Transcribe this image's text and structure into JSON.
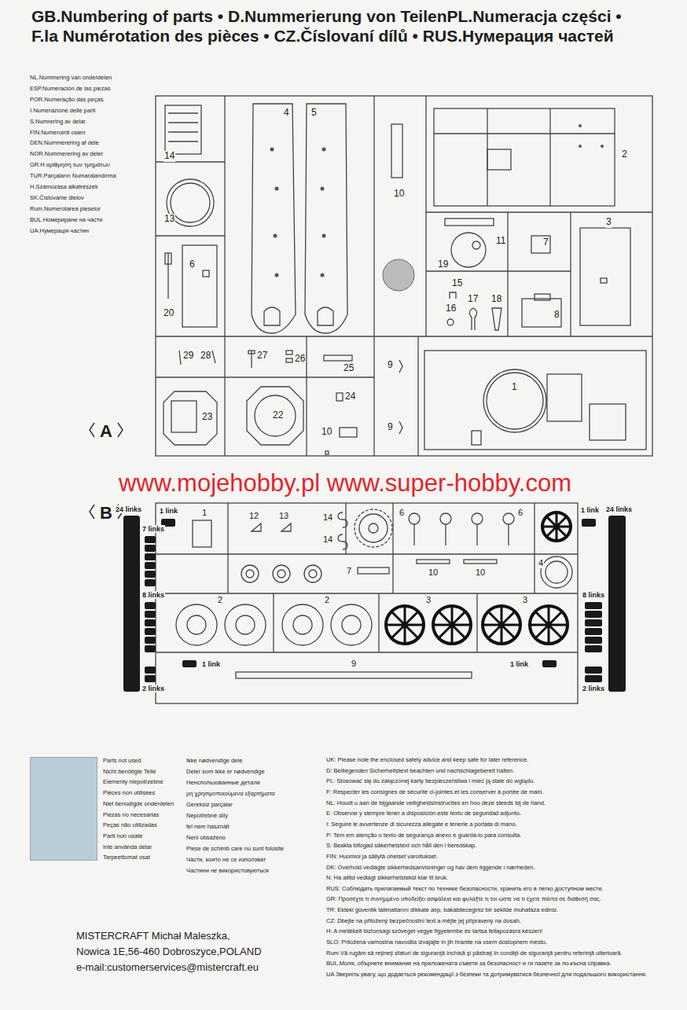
{
  "diagram": {
    "title": "GB.Numbering of parts • D.Nummerierung von TeilenPL.Numeracja części • F.la Numérotation des pièces • CZ.Číslovaní dílů • RUS.Нумерация частей",
    "labels": [
      "NL.Nummering van onderdelen",
      "ESP.Numeración de las piezas",
      "POR.Numeração das peças",
      "I.Numerazione delle parti",
      "S.Numrering av delar",
      "FIN.Numerointi osien",
      "DEN.Nummerering af dele",
      "NOR.Nummerering av deler",
      "GR.H αρίθμηση των τμημάτων",
      "TUR.Parçaların Numaralandırma",
      "H.Számozása alkatrészek",
      "SK.Číslovanie dielov",
      "Rum.Numerotarea pieselor",
      "BUL.Номериране на части",
      "UA.Нумерація частин",
      "A",
      "14",
      "13",
      "6",
      "20",
      "4",
      "5",
      "10",
      "2",
      "11",
      "19",
      "7",
      "3",
      "15",
      "16",
      "17",
      "18",
      "8",
      "29",
      "28",
      "27",
      "26",
      "25",
      "9",
      "9",
      "1",
      "23",
      "22",
      "24",
      "10",
      "B",
      "24 links",
      "1 link",
      "1",
      "7 links",
      "8 links",
      "1 link",
      "2 links",
      "12",
      "13",
      "14",
      "14",
      "6",
      "6",
      "1 link",
      "24 links",
      "7",
      "10",
      "10",
      "4",
      "2",
      "2",
      "3",
      "3",
      "9",
      "1 link",
      "8 links",
      "2 links",
      "www.mojehobby.pl www.super-hobby.com",
      "Nicht benötigte Teile",
      "Elementy niepotrzebne",
      "Pièces non utilisées",
      "Niet benodigde onderdelen",
      "Piezas no necesarias",
      "Peças não utilizadas",
      "Parti non usate",
      "Inte använda delar",
      "Tarpeettomat osat",
      "Ikke nødvendige dele",
      "Deler som ikke er nødvendige",
      "Ненспользованные детали",
      "μη χρησιμοποιούμενα εξαρτήματα",
      "Gereksiz parçalar",
      "Nepotřebné díly",
      "fel nem használt",
      "Neni obsaženo",
      "Piese de schimb care nu sunt folosite",
      "Части, които не се използват",
      "Частини не використовуються",
      "UK: Please note the enclosed safety advice and keep safe for later reference.",
      "D: Beiliegenden Sicherheitstext beachten und nachschlagebereit halten.",
      "PL: Stosować się do załączonej karty bezpieczeństwa i mieć ją stale do wglądu.",
      "F: Respecter les consignes de sécurité ci-jointes et les conserver à portée de main.",
      "NL: Houdt u aan de bijgaande veiligheidsinstructies en hou deze steeds bij de hand.",
      "E: Observar y siempre tener a disposición este texto de seguridad adjunto.",
      "I: Seguire le avvertenze di sicurezza allegate e tenerle a portata di mano.",
      "P: Tem em atenção o texto de segurança anexo e guardá-lo para consulta.",
      "S: Beakta bifogad säkerhetstext och håll den i beredskap.",
      "FIN: Huomioi ja säilytä oheiset varoitukset.",
      "DK: Overhold vedlagte sikkerhedsanvisninger og hav dem liggende i nærheden.",
      "N: Ha alltid vedlagt sikkerhetstekst klar til bruk.",
      "RUS: Соблюдать прилагаемый текст по технике безопасности, хранить его в легко доступном месте.",
      "GR: Προσέχτε τι συνημμένο υποδείξει ασφάλεια και φυλάξτε τι τοι ώστε να τι έχετε πάντα σε διάθεσή σας.",
      "TR: Ekteki güvenlik talimatlarını dikkate alıp, bakabileceginiz bir sekilde muhafaza ediniz.",
      "CZ: Dbejte na přiložený bezpečnostní text a mějte jej připravený na dosah.",
      "H: A mellékelt biztonsági szöveget vegye figyelembe és tartsa fellapozásra készen!",
      "SLO: Priložena vamostna navodila izvajajte in jih hranite na vsem dostopnem mestu.",
      "Rum.Vă rugăm să reţineţi sfaturi de siguranţă închisă şi păstraţi în condiţii de siguranţă pentru referinţă ulterioară.",
      "BUL.Моля, обърнете внимание на приложената съвети за безопасност и ги пазете за по-късна справка.",
      "UA Зверніть увагу, що додається рекомендації з безпеки та дотримуватися безпечної для подальшого використання.",
      "MISTERCRAFT Michał Maleszka,",
      "Nowica 1E,56-460 Dobroszyce,POLAND",
      "e-mail:customerservices@mistercraft.eu"
    ],
    "legend": [
      {
        "text": "Parts not used",
        "color": "#b9cdd8"
      }
    ]
  }
}
